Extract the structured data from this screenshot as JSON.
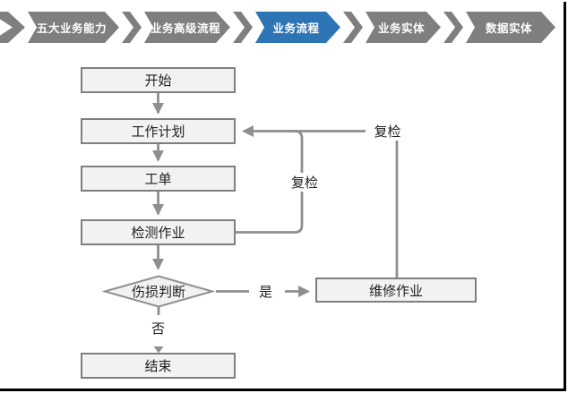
{
  "colors": {
    "chevron_gray": "#7f7f7f",
    "chevron_active_blue": "#2e75b6",
    "connector_gray": "#8f8f8f",
    "node_fill": "#f2f2f2",
    "node_border": "#7f7f7f",
    "frame_black": "#000000"
  },
  "breadcrumb": {
    "items": [
      {
        "label": "五大业务能力",
        "active": false
      },
      {
        "label": "业务高级流程",
        "active": false
      },
      {
        "label": "业务流程",
        "active": true
      },
      {
        "label": "业务实体",
        "active": false
      },
      {
        "label": "数据实体",
        "active": false
      }
    ]
  },
  "flowchart": {
    "nodes": {
      "start": "开始",
      "plan": "工作计划",
      "order": "工单",
      "inspect": "检测作业",
      "decision": "伤损判断",
      "repair": "维修作业",
      "end": "结束"
    },
    "edge_labels": {
      "yes": "是",
      "no": "否",
      "recheck_inner": "复检",
      "recheck_outer": "复检"
    }
  }
}
